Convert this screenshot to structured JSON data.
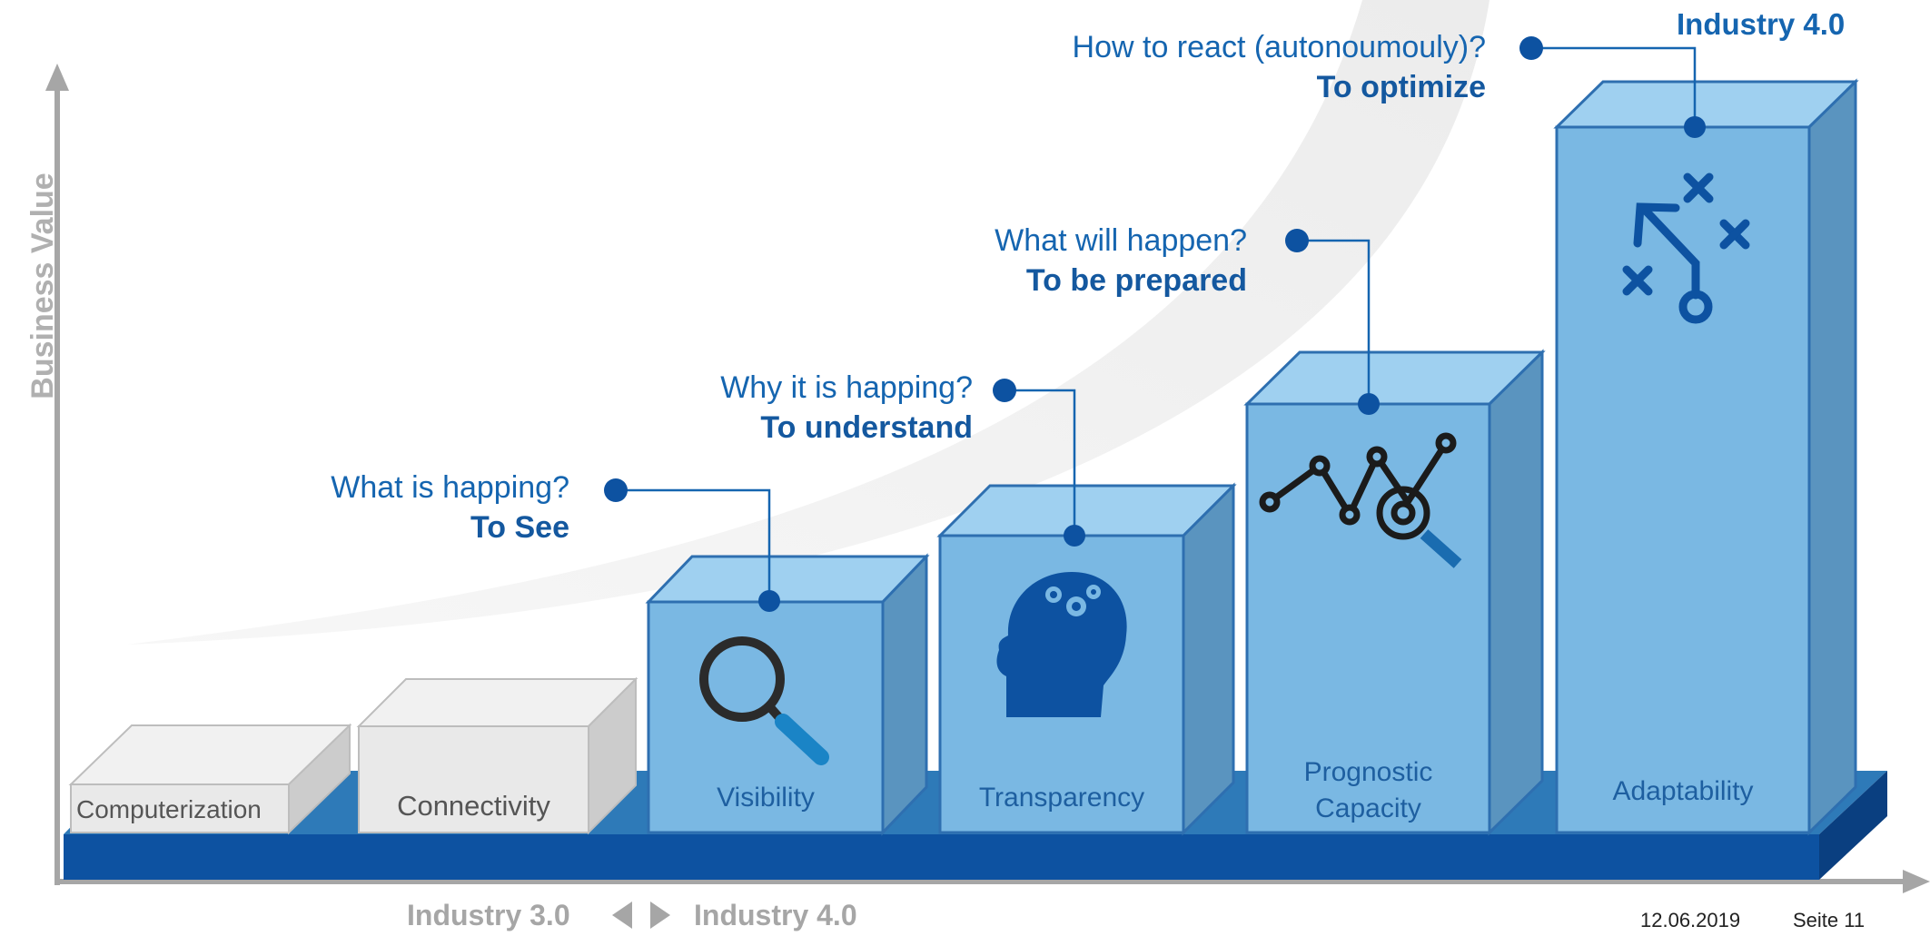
{
  "diagram": {
    "y_axis_label": "Business Value",
    "x_axis_labels": {
      "left": "Industry 3.0",
      "right": "Industry 4.0"
    },
    "corner_title": "Industry 4.0",
    "stages": [
      {
        "label": "Computerization",
        "style": "grey"
      },
      {
        "label": "Connectivity",
        "style": "grey"
      },
      {
        "label": "Visibility",
        "style": "blue",
        "icon": "magnifier-icon",
        "question": "What is happing?",
        "answer": "To See"
      },
      {
        "label": "Transparency",
        "style": "blue",
        "icon": "brain-gears-icon",
        "question": "Why it is happing?",
        "answer": "To understand"
      },
      {
        "label_line1": "Prognostic",
        "label_line2": "Capacity",
        "style": "blue",
        "icon": "chart-analysis-icon",
        "question": "What will happen?",
        "answer": "To be prepared"
      },
      {
        "label": "Adaptability",
        "style": "blue",
        "icon": "strategy-play-icon",
        "question": "How to react (autonoumouly)?",
        "answer": "To optimize"
      }
    ],
    "colors": {
      "block_front": "#7ab8e3",
      "block_top": "#9fd0f0",
      "block_side": "#5a94bf",
      "block_edge": "#2e6fb0",
      "base_dark": "#0d52a1",
      "grey_front": "#e8e8e8",
      "text_blue": "#1565b0",
      "axis_grey": "#a6a6a6"
    }
  },
  "footer": {
    "date": "12.06.2019",
    "page": "Seite 11"
  }
}
